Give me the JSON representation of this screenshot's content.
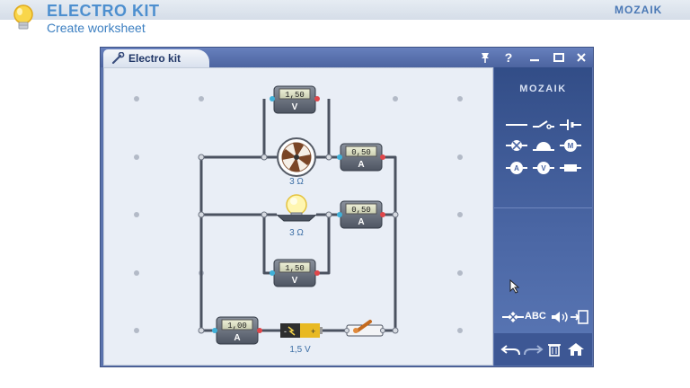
{
  "header": {
    "title": "ELECTRO KIT",
    "subtitle": "Create worksheet",
    "brand": "MOZAIK"
  },
  "window": {
    "tab_label": "Electro kit",
    "help_label": "?"
  },
  "panel": {
    "brand": "MOZAIK",
    "tools": [
      "wire-tool",
      "switch-tool",
      "battery-tool",
      "bulb-tool",
      "bell-tool",
      "motor-tool",
      "ammeter-tool",
      "voltmeter-tool",
      "resistor-tool"
    ],
    "bottom_tools": [
      "connect-tool",
      "text-tool",
      "sound-tool",
      "export-tool"
    ],
    "text_tool_label": "ABC",
    "actions": [
      "undo",
      "redo",
      "delete",
      "home"
    ]
  },
  "circuit": {
    "voltmeter_top": "1,50",
    "voltmeter_top_unit": "V",
    "fan_resistance": "3 Ω",
    "ammeter_fan": "0,50",
    "ammeter_fan_unit": "A",
    "bulb_resistance": "3 Ω",
    "ammeter_bulb": "0,50",
    "ammeter_bulb_unit": "A",
    "voltmeter_bottom": "1,50",
    "voltmeter_bottom_unit": "V",
    "ammeter_main": "1,00",
    "ammeter_main_unit": "A",
    "battery_voltage": "1,5 V",
    "battery_minus": "-",
    "battery_plus": "+"
  },
  "colors": {
    "accent": "#4d8fcf",
    "panel": "#4a66a4",
    "canvas": "#e9eef6",
    "wire": "#4b5260"
  }
}
